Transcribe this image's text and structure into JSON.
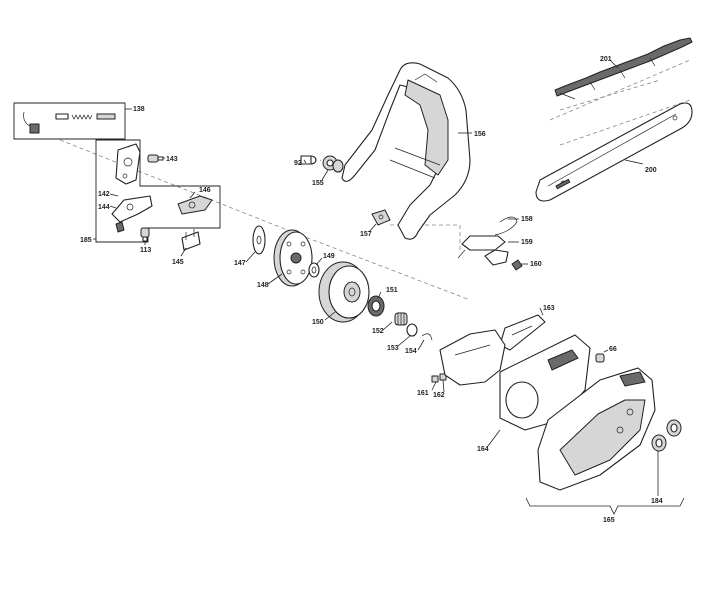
{
  "diagram": {
    "labels": {
      "p66": "66",
      "p92": "92",
      "p113": "113",
      "p138": "138",
      "p142": "142",
      "p143": "143",
      "p144": "144",
      "p145": "145",
      "p146": "146",
      "p147": "147",
      "p148": "148",
      "p149": "149",
      "p150": "150",
      "p151": "151",
      "p152": "152",
      "p153": "153",
      "p154": "154",
      "p155": "155",
      "p156": "156",
      "p157": "157",
      "p158": "158",
      "p159": "159",
      "p160": "160",
      "p161": "161",
      "p162": "162",
      "p163": "163",
      "p164": "164",
      "p165": "165",
      "p184": "184",
      "p185": "185",
      "p200": "200",
      "p201": "201"
    }
  }
}
